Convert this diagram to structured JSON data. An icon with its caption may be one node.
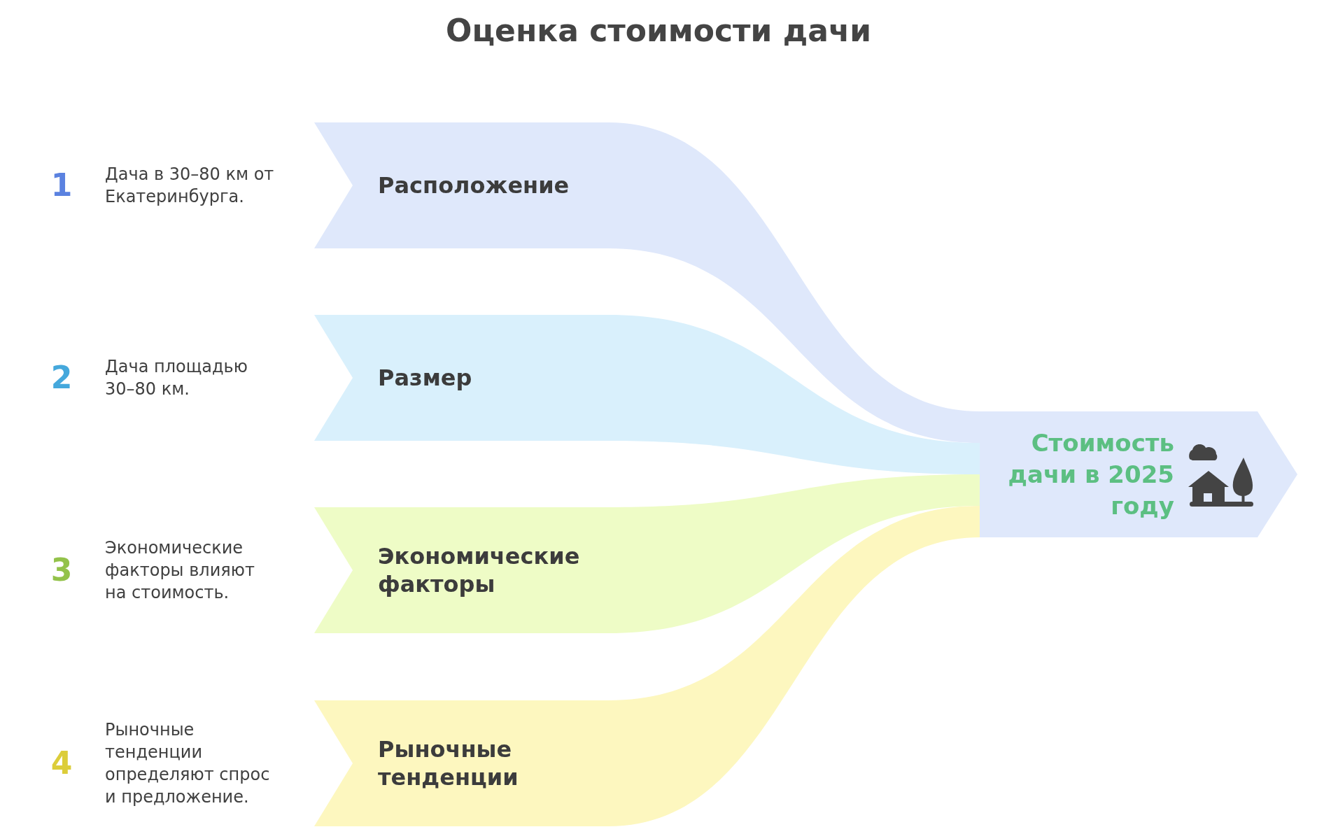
{
  "diagram": {
    "title": "Оценка стоимости дачи",
    "nodes": [
      {
        "text": [
          "Расположение"
        ],
        "beside": [
          "1",
          "Дача в 30–80 км от Екатеринбурга."
        ]
      },
      {
        "text": [
          "Размер"
        ],
        "beside": [
          "2",
          "Дача площадью 30–80 км."
        ]
      },
      {
        "text": [
          "Экономические факторы"
        ],
        "beside": [
          "3",
          "Экономические факторы влияют на стоимость."
        ]
      },
      {
        "text": [
          "Рыночные тенденции"
        ],
        "beside": [
          "4",
          "Рыночные тенденции определяют спрос и предложение."
        ]
      },
      {
        "text": [
          "Стоимость дачи в 2025 году"
        ]
      }
    ],
    "edges": [
      {
        "from": 0,
        "to": 4,
        "arrow": "none"
      },
      {
        "from": 1,
        "to": 4,
        "arrow": "none"
      },
      {
        "from": 2,
        "to": 4,
        "arrow": "none"
      },
      {
        "from": 3,
        "to": 4,
        "arrow": "none"
      }
    ]
  }
}
